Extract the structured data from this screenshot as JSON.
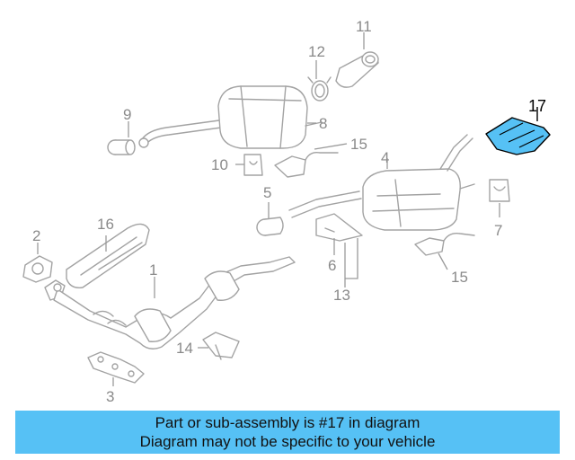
{
  "diagram": {
    "highlight_color": "#56c1f5",
    "highlighted_part": "17",
    "callouts": {
      "c1": "1",
      "c2": "2",
      "c3": "3",
      "c4": "4",
      "c5": "5",
      "c6": "6",
      "c7": "7",
      "c8": "8",
      "c9": "9",
      "c10": "10",
      "c11": "11",
      "c12": "12",
      "c13": "13",
      "c14": "14",
      "c15a": "15",
      "c15b": "15",
      "c16": "16",
      "c17": "17"
    }
  },
  "banner": {
    "line1": "Part or sub-assembly is #17 in diagram",
    "line2": "Diagram may not be specific to your vehicle",
    "color": "#56c1f5"
  }
}
